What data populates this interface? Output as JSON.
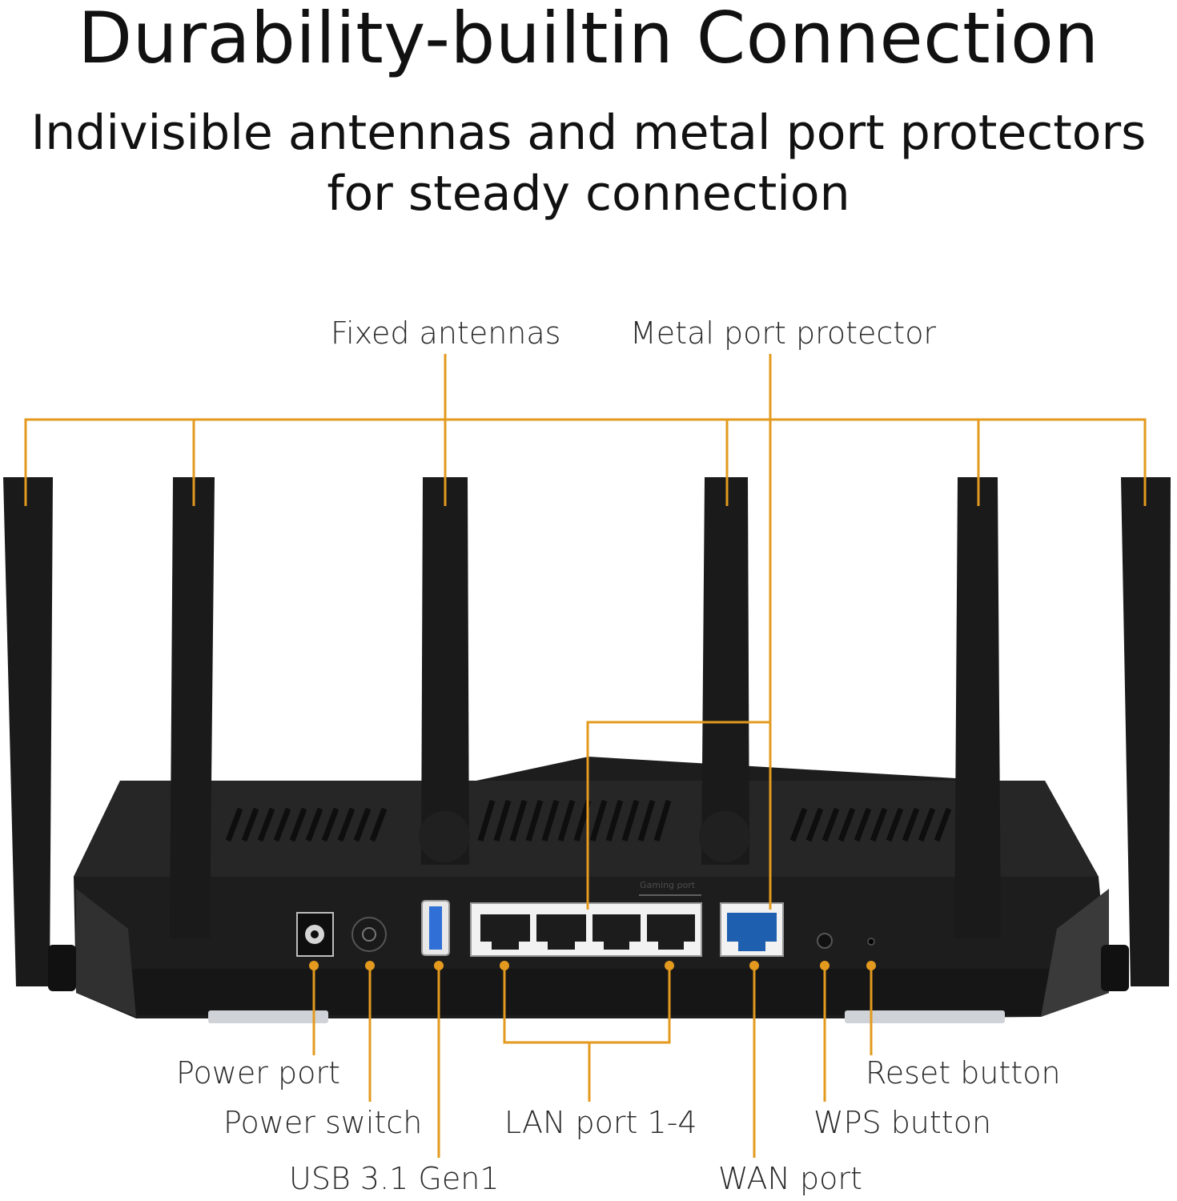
{
  "header": {
    "title": "Durability-builtin Connection",
    "subtitle_line1": "Indivisible antennas and metal port protectors",
    "subtitle_line2": "for steady connection"
  },
  "callouts": {
    "fixed_antennas": "Fixed antennas",
    "metal_port_protector": "Metal port protector",
    "power_port": "Power port",
    "power_switch": "Power switch",
    "usb": "USB 3.1 Gen1",
    "lan_ports": "LAN port 1-4",
    "wan_port": "WAN port",
    "wps_button": "WPS button",
    "reset_button": "Reset button"
  },
  "device_labels": {
    "gaming_port": "Gaming port"
  },
  "colors": {
    "callout_line": "#e39a1e",
    "router_body": "#1f1f1f",
    "wan_port": "#1f5fb0",
    "usb_port": "#2f6fd6"
  }
}
